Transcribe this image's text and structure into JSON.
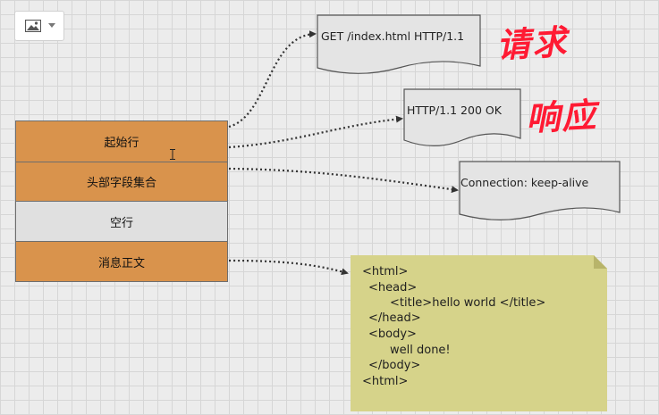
{
  "toolbar": {
    "image_button_icon": "image-icon",
    "dropdown_icon": "caret-down-icon"
  },
  "message_structure": {
    "start_line": "起始行",
    "header_fields": "头部字段集合",
    "empty_line": "空行",
    "message_body": "消息正文"
  },
  "examples": {
    "request_line": "GET /index.html HTTP/1.1",
    "status_line": "HTTP/1.1 200 OK",
    "header_example": "Connection: keep-alive"
  },
  "body_example": {
    "lines": [
      "<html>",
      "<head>",
      "<title>hello world </title>",
      "</head>",
      "<body>",
      "well done!",
      "</body>",
      "<html>"
    ]
  },
  "annotations": {
    "request_label": "请求",
    "response_label": "响应"
  },
  "colors": {
    "orange_block": "#d9934c",
    "empty_block": "#e0e0e0",
    "note": "#d6d38a",
    "handwriting": "#ff1a33"
  }
}
